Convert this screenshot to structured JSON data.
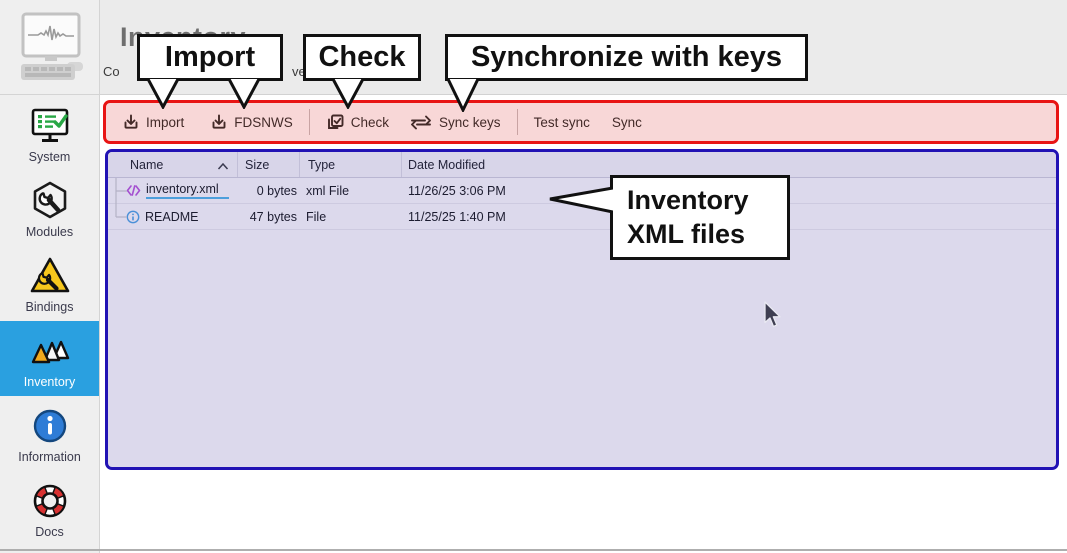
{
  "window": {
    "title_heading": "Inventory",
    "subtitle_fragment_left": "Co",
    "subtitle_fragment_right": "ver"
  },
  "sidebar": {
    "items": [
      {
        "label": "System",
        "icon": "system-monitor-checklist-icon",
        "selected": false
      },
      {
        "label": "Modules",
        "icon": "hexagon-wrench-icon",
        "selected": false
      },
      {
        "label": "Bindings",
        "icon": "warning-wrench-icon",
        "selected": false
      },
      {
        "label": "Inventory",
        "icon": "station-triangles-icon",
        "selected": true
      },
      {
        "label": "Information",
        "icon": "info-circle-icon",
        "selected": false
      },
      {
        "label": "Docs",
        "icon": "lifebuoy-icon",
        "selected": false
      }
    ]
  },
  "toolbar": {
    "buttons": [
      {
        "label": "Import",
        "icon": "download-icon"
      },
      {
        "label": "FDSNWS",
        "icon": "download-icon"
      },
      {
        "label": "Check",
        "icon": "checkbox-icon"
      },
      {
        "label": "Sync keys",
        "icon": "sync-arrows-icon"
      },
      {
        "label": "Test sync",
        "icon": null
      },
      {
        "label": "Sync",
        "icon": null
      }
    ]
  },
  "file_table": {
    "columns": [
      "Name",
      "Size",
      "Type",
      "Date Modified"
    ],
    "sort": {
      "column": "Name",
      "direction": "asc"
    },
    "rows": [
      {
        "name": "inventory.xml",
        "size": "0 bytes",
        "type": "xml File",
        "date_modified": "11/26/25 3:06 PM",
        "icon": "xml-code-icon"
      },
      {
        "name": "README",
        "size": "47 bytes",
        "type": "File",
        "date_modified": "11/25/25 1:40 PM",
        "icon": "info-file-icon"
      }
    ]
  },
  "annotations": {
    "callouts": [
      {
        "text": "Import"
      },
      {
        "text": "Check"
      },
      {
        "text": "Synchronize with keys"
      },
      {
        "text": "Inventory XML files"
      }
    ]
  },
  "colors": {
    "selected_nav_bg": "#2aa0e0",
    "toolbar_highlight_border": "#e81414",
    "toolbar_highlight_bg": "#f8d7d7",
    "panel_highlight_border": "#2112b4",
    "panel_bg": "#dcd9ec",
    "link_underline": "#4d9fdc",
    "header_band_bg": "#ebebeb"
  }
}
